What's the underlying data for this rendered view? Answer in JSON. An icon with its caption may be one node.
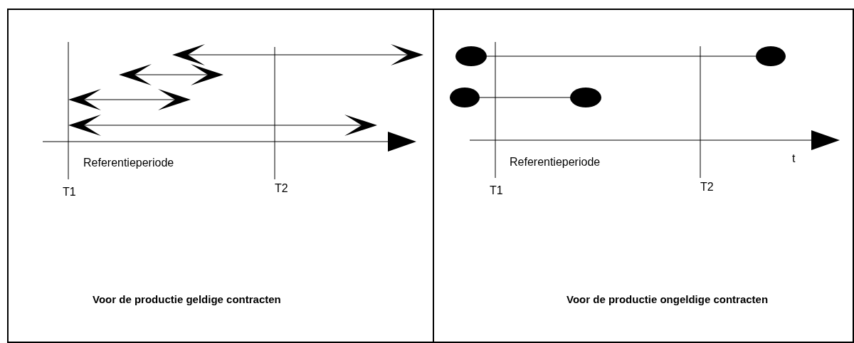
{
  "diagram": {
    "nodes": [
      {
        "text": [
          "Voor de productie geldige contracten"
        ]
      },
      {
        "text": [
          "Voor de productie ongeldige contracten"
        ]
      },
      {
        "text": [],
        "shape": "circle",
        "in": 1
      },
      {
        "text": [],
        "shape": "circle",
        "in": 1
      },
      {
        "text": [],
        "shape": "circle",
        "in": 1
      },
      {
        "text": [],
        "shape": "circle",
        "in": 1
      }
    ],
    "edges": [
      {
        "from": 2,
        "to": 3,
        "arrow": "none"
      },
      {
        "from": 4,
        "to": 5,
        "arrow": "none"
      }
    ],
    "labels": [
      "Referentieperiode",
      "T1",
      "T2",
      "Referentieperiode",
      "t",
      "T1",
      "T2"
    ]
  }
}
